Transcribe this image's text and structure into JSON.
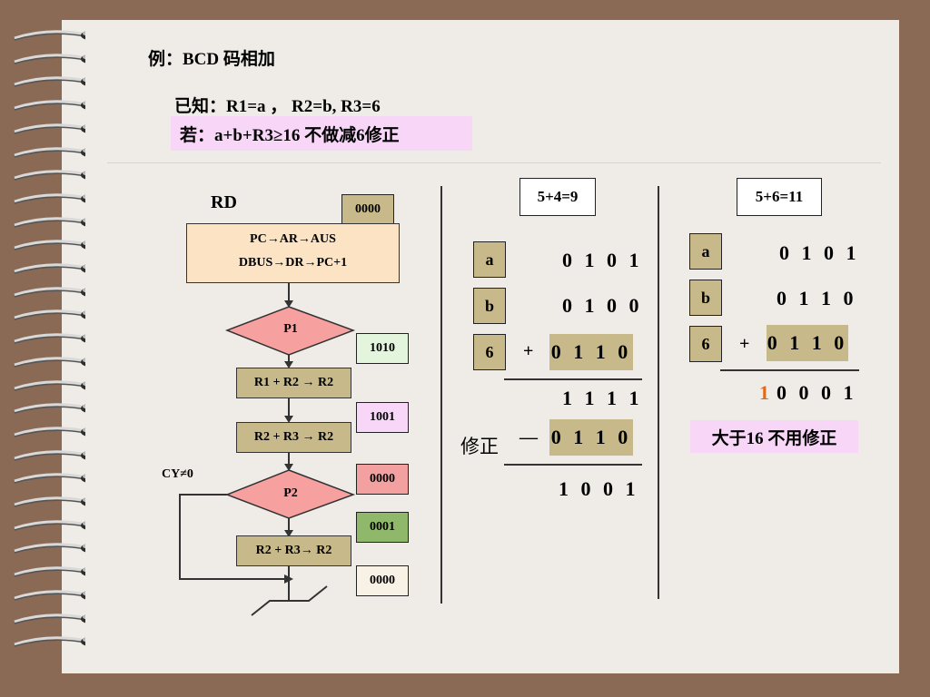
{
  "title": "例：BCD 码相加",
  "given": "已知：R1=a ，  R2=b,    R3=6",
  "condition": "若：a+b+R3≥16  不做减6修正",
  "flowchart": {
    "rd_label": "RD",
    "addr_top": "0000",
    "start_line1": "PC→AR→AUS",
    "start_line2": "DBUS→DR→PC+1",
    "p1": "P1",
    "addr_p1": "1010",
    "step1": "R1 + R2 → R2",
    "addr_step1": "1001",
    "step2": "R2 + R3 → R2",
    "cy_label": "CY≠0",
    "p2": "P2",
    "addr_p2": "0000",
    "addr_0001": "0001",
    "step3": "R2 + R3→ R2",
    "addr_last": "0000",
    "colors": {
      "start_bg": "#fbe3c4",
      "diamond_bg": "#f7a0a0",
      "addr_green_light": "#e3f5dc",
      "addr_pink": "#f2a0a0",
      "addr_green": "#8fb86a",
      "box_tan": "#c8b98a"
    }
  },
  "example1": {
    "header": "5+4=9",
    "label_a": "a",
    "a_bits": "0 1 0 1",
    "label_b": "b",
    "b_bits": "0 1 0 0",
    "label_6": "6",
    "plus": "+",
    "six_bits": "0 1 1 0",
    "sum_bits": "1 1 1 1",
    "fix_label": "修正",
    "minus": "—",
    "fix_bits": "0 1 1 0",
    "result_bits": "1 0 0 1"
  },
  "example2": {
    "header": "5+6=11",
    "label_a": "a",
    "a_bits": "0 1 0 1",
    "label_b": "b",
    "b_bits": "0 1 1 0",
    "label_6": "6",
    "plus": "+",
    "six_bits": "0 1 1 0",
    "carry": "1",
    "result_bits": "0 0 0 1",
    "note": "大于16 不用修正",
    "colors": {
      "carry": "#e06a1a",
      "note_bg": "#f8d6f8"
    }
  }
}
